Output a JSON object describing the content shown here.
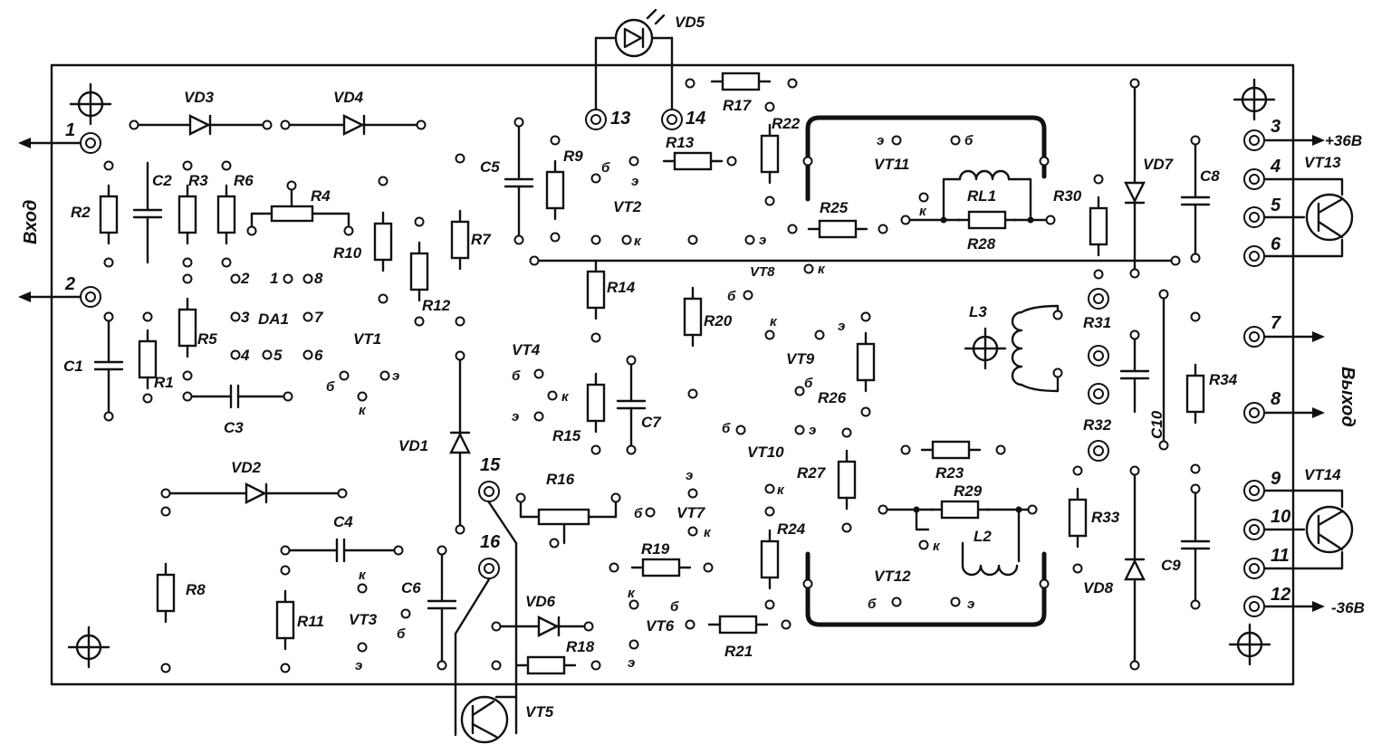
{
  "diagram": {
    "io": {
      "input_label": "Вход",
      "output_label": "Выход",
      "plus_supply": "+36В",
      "minus_supply": "-36В"
    },
    "pins": [
      "1",
      "2",
      "3",
      "4",
      "5",
      "6",
      "7",
      "8",
      "9",
      "10",
      "11",
      "12",
      "13",
      "14",
      "15",
      "16"
    ],
    "resistors": [
      "R1",
      "R2",
      "R3",
      "R4",
      "R5",
      "R6",
      "R7",
      "R8",
      "R9",
      "R10",
      "R11",
      "R12",
      "R13",
      "R14",
      "R15",
      "R16",
      "R17",
      "R18",
      "R19",
      "R20",
      "R21",
      "R22",
      "R23",
      "R24",
      "R25",
      "R26",
      "R27",
      "R28",
      "R29",
      "R30",
      "R31",
      "R32",
      "R33",
      "R34"
    ],
    "capacitors": [
      "C1",
      "C2",
      "C3",
      "C4",
      "C5",
      "C6",
      "C7",
      "C8",
      "C9",
      "C10"
    ],
    "diodes": [
      "VD1",
      "VD2",
      "VD3",
      "VD4",
      "VD5",
      "VD6",
      "VD7",
      "VD8"
    ],
    "transistors": [
      "VT1",
      "VT2",
      "VT3",
      "VT4",
      "VT5",
      "VT6",
      "VT7",
      "VT8",
      "VT9",
      "VT10",
      "VT11",
      "VT12",
      "VT13",
      "VT14"
    ],
    "other": {
      "ic": "DA1",
      "ic_pins": [
        "1",
        "2",
        "3",
        "4",
        "5",
        "6",
        "7",
        "8"
      ],
      "inductors": [
        "L2",
        "L3"
      ],
      "relay": "RL1"
    },
    "terminal_letters": {
      "b": "б",
      "k": "к",
      "e": "э"
    }
  }
}
